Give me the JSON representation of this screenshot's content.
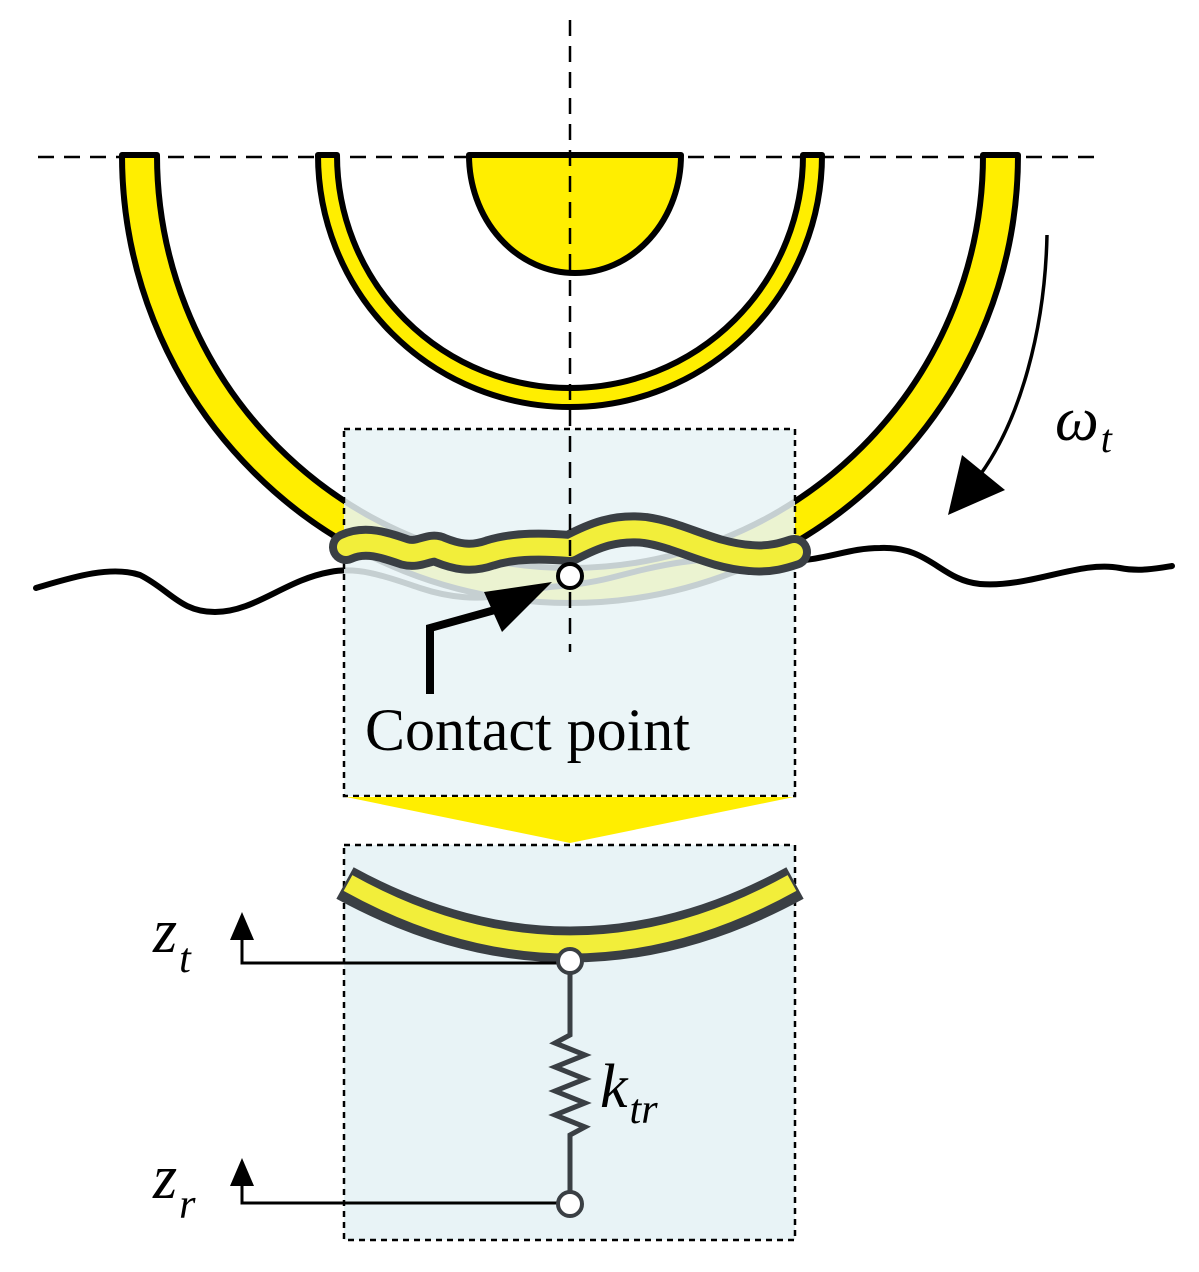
{
  "labels": {
    "contact_point": "Contact point",
    "omega": {
      "base": "ω",
      "sub": "t"
    },
    "z_t": {
      "base": "z",
      "sub": "t"
    },
    "z_r": {
      "base": "z",
      "sub": "r"
    },
    "k_tr": {
      "base": "k",
      "sub": "tr"
    }
  },
  "colors": {
    "tire_yellow": "#ffee00",
    "tread_yellow": "#f2ee3a",
    "zoom_panel": "#e8f3f6",
    "outline": "#000000",
    "tread_outline": "#3a3f44",
    "spring": "#3a3f44"
  }
}
